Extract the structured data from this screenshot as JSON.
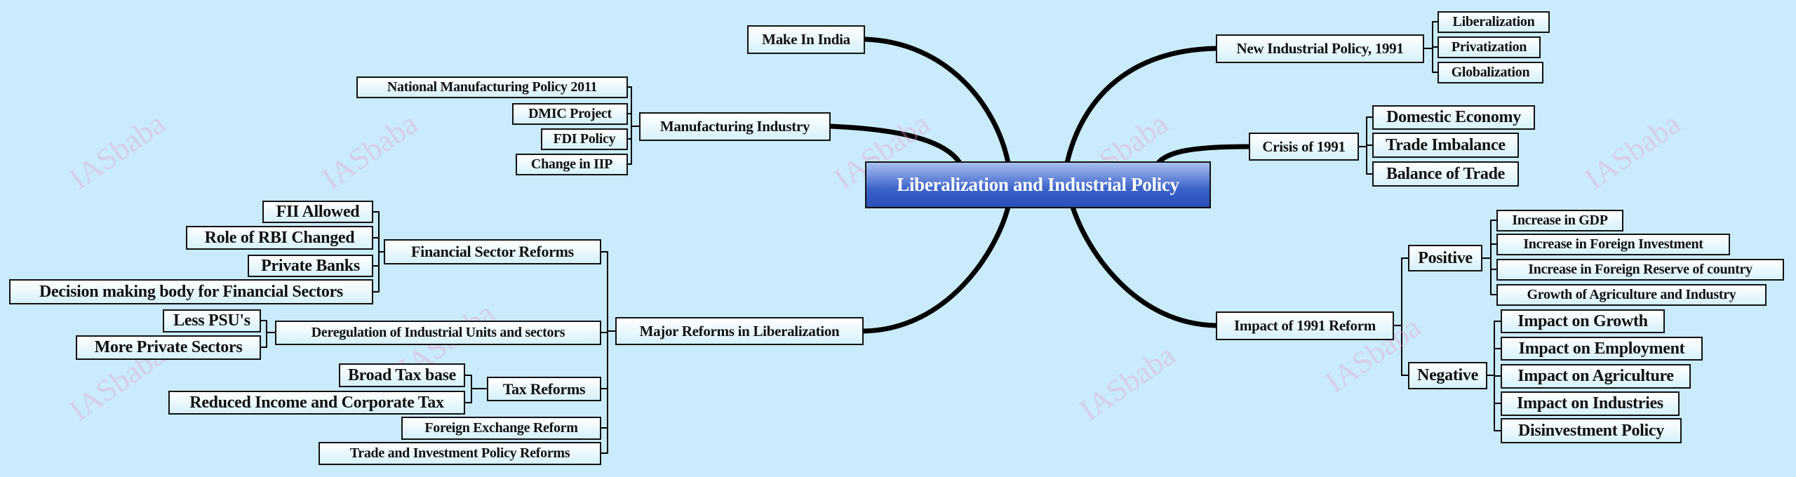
{
  "watermark": "IASbaba",
  "center": "Liberalization and Industrial Policy",
  "left": {
    "make_in_india": "Make In India",
    "manufacturing": {
      "label": "Manufacturing Industry",
      "children": [
        "National Manufacturing Policy 2011",
        "DMIC Project",
        "FDI Policy",
        "Change in IIP"
      ]
    },
    "major_reforms": {
      "label": "Major Reforms in Liberalization",
      "financial": {
        "label": "Financial Sector Reforms",
        "children": [
          "FII Allowed",
          "Role of RBI Changed",
          "Private Banks",
          "Decision making body for Financial Sectors"
        ]
      },
      "deregulation": {
        "label": "Deregulation of Industrial Units and sectors",
        "children": [
          "Less PSU's",
          "More Private Sectors"
        ]
      },
      "tax": {
        "label": "Tax Reforms",
        "children": [
          "Broad Tax base",
          "Reduced Income and Corporate Tax"
        ]
      },
      "forex": "Foreign Exchange Reform",
      "trade": "Trade and Investment Policy Reforms"
    }
  },
  "right": {
    "new_policy": {
      "label": "New Industrial Policy, 1991",
      "children": [
        "Liberalization",
        "Privatization",
        "Globalization"
      ]
    },
    "crisis": {
      "label": "Crisis of 1991",
      "children": [
        "Domestic Economy",
        "Trade Imbalance",
        "Balance of Trade"
      ]
    },
    "impact": {
      "label": "Impact of 1991 Reform",
      "positive": {
        "label": "Positive",
        "children": [
          "Increase in GDP",
          "Increase in Foreign Investment",
          "Increase in Foreign Reserve of country",
          "Growth of Agriculture and Industry"
        ]
      },
      "negative": {
        "label": "Negative",
        "children": [
          "Impact on Growth",
          "Impact on Employment",
          "Impact on Agriculture",
          "Impact on Industries",
          "Disinvestment Policy"
        ]
      }
    }
  }
}
